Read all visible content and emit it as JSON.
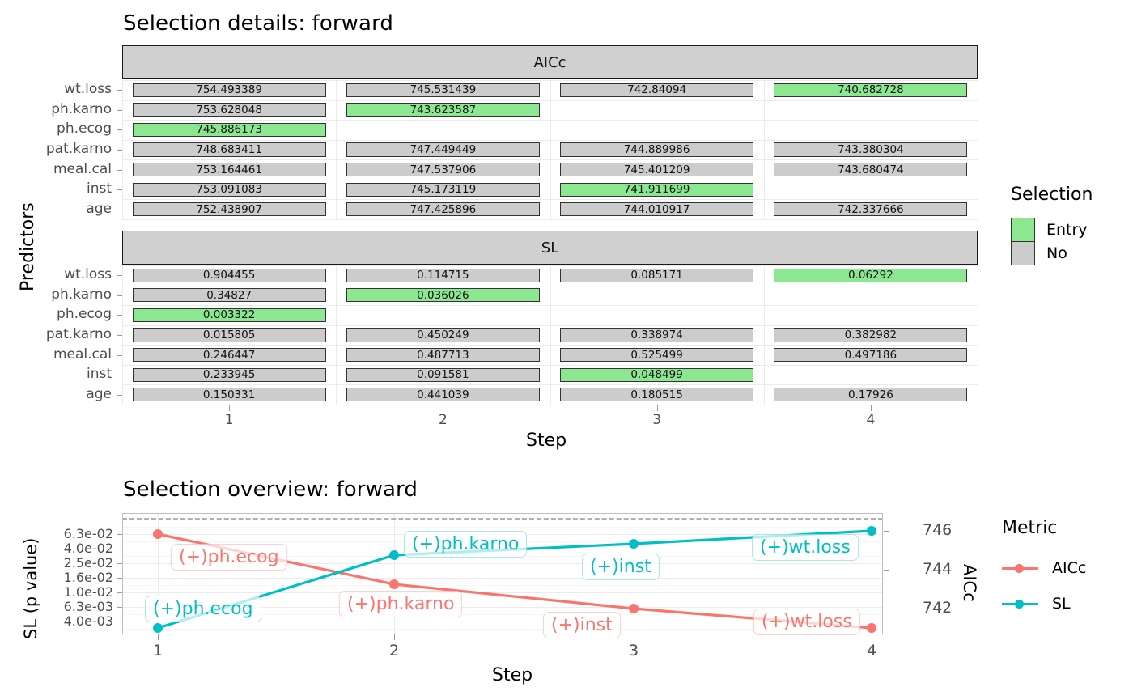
{
  "details": {
    "title": "Selection details: forward",
    "y_axis_title": "Predictors",
    "x_axis_title": "Step",
    "facets": [
      "AICc",
      "SL"
    ],
    "predictors": [
      "wt.loss",
      "ph.karno",
      "ph.ecog",
      "pat.karno",
      "meal.cal",
      "inst",
      "age"
    ],
    "steps": [
      "1",
      "2",
      "3",
      "4"
    ],
    "legend": {
      "title": "Selection",
      "items": [
        {
          "label": "Entry",
          "color": "#8ce890"
        },
        {
          "label": "No",
          "color": "#cccccc"
        }
      ]
    },
    "aicc_cells": [
      [
        {
          "v": "754.493389",
          "s": "no"
        },
        {
          "v": "745.531439",
          "s": "no"
        },
        {
          "v": "742.84094",
          "s": "no"
        },
        {
          "v": "740.682728",
          "s": "entry"
        }
      ],
      [
        {
          "v": "753.628048",
          "s": "no"
        },
        {
          "v": "743.623587",
          "s": "entry"
        },
        {
          "v": "",
          "s": "empty"
        },
        {
          "v": "",
          "s": "empty"
        }
      ],
      [
        {
          "v": "745.886173",
          "s": "entry"
        },
        {
          "v": "",
          "s": "empty"
        },
        {
          "v": "",
          "s": "empty"
        },
        {
          "v": "",
          "s": "empty"
        }
      ],
      [
        {
          "v": "748.683411",
          "s": "no"
        },
        {
          "v": "747.449449",
          "s": "no"
        },
        {
          "v": "744.889986",
          "s": "no"
        },
        {
          "v": "743.380304",
          "s": "no"
        }
      ],
      [
        {
          "v": "753.164461",
          "s": "no"
        },
        {
          "v": "747.537906",
          "s": "no"
        },
        {
          "v": "745.401209",
          "s": "no"
        },
        {
          "v": "743.680474",
          "s": "no"
        }
      ],
      [
        {
          "v": "753.091083",
          "s": "no"
        },
        {
          "v": "745.173119",
          "s": "no"
        },
        {
          "v": "741.911699",
          "s": "entry"
        },
        {
          "v": "",
          "s": "empty"
        }
      ],
      [
        {
          "v": "752.438907",
          "s": "no"
        },
        {
          "v": "747.425896",
          "s": "no"
        },
        {
          "v": "744.010917",
          "s": "no"
        },
        {
          "v": "742.337666",
          "s": "no"
        }
      ]
    ],
    "sl_cells": [
      [
        {
          "v": "0.904455",
          "s": "no"
        },
        {
          "v": "0.114715",
          "s": "no"
        },
        {
          "v": "0.085171",
          "s": "no"
        },
        {
          "v": "0.06292",
          "s": "entry"
        }
      ],
      [
        {
          "v": "0.34827",
          "s": "no"
        },
        {
          "v": "0.036026",
          "s": "entry"
        },
        {
          "v": "",
          "s": "empty"
        },
        {
          "v": "",
          "s": "empty"
        }
      ],
      [
        {
          "v": "0.003322",
          "s": "entry"
        },
        {
          "v": "",
          "s": "empty"
        },
        {
          "v": "",
          "s": "empty"
        },
        {
          "v": "",
          "s": "empty"
        }
      ],
      [
        {
          "v": "0.015805",
          "s": "no"
        },
        {
          "v": "0.450249",
          "s": "no"
        },
        {
          "v": "0.338974",
          "s": "no"
        },
        {
          "v": "0.382982",
          "s": "no"
        }
      ],
      [
        {
          "v": "0.246447",
          "s": "no"
        },
        {
          "v": "0.487713",
          "s": "no"
        },
        {
          "v": "0.525499",
          "s": "no"
        },
        {
          "v": "0.497186",
          "s": "no"
        }
      ],
      [
        {
          "v": "0.233945",
          "s": "no"
        },
        {
          "v": "0.091581",
          "s": "no"
        },
        {
          "v": "0.048499",
          "s": "entry"
        },
        {
          "v": "",
          "s": "empty"
        }
      ],
      [
        {
          "v": "0.150331",
          "s": "no"
        },
        {
          "v": "0.441039",
          "s": "no"
        },
        {
          "v": "0.180515",
          "s": "no"
        },
        {
          "v": "0.17926",
          "s": "no"
        }
      ]
    ]
  },
  "overview": {
    "title": "Selection overview: forward",
    "legend": {
      "title": "Metric",
      "items": [
        {
          "label": "AICc",
          "color": "#f8766d"
        },
        {
          "label": "SL",
          "color": "#00bfc4"
        }
      ]
    }
  },
  "chart_data": {
    "type": "line",
    "title": "Selection overview: forward",
    "xlabel": "Step",
    "ylabel_left": "SL (p value)",
    "ylabel_right": "AICc",
    "x": [
      1,
      2,
      3,
      4
    ],
    "xticks": [
      "1",
      "2",
      "3",
      "4"
    ],
    "yticks_left": [
      "6.3e-02",
      "4.0e-02",
      "2.5e-02",
      "1.6e-02",
      "1.0e-02",
      "6.3e-03",
      "4.0e-03"
    ],
    "yticks_right": [
      "746",
      "744",
      "742"
    ],
    "grid": true,
    "legend_position": "right",
    "threshold_line": {
      "style": "dashed",
      "color": "#b0b0b0"
    },
    "series": [
      {
        "name": "AICc",
        "color": "#f8766d",
        "values": [
          745.886173,
          743.623587,
          741.911699,
          740.682728
        ],
        "labels": [
          "(+)ph.ecog",
          "(+)ph.karno",
          "(+)inst",
          "(+)wt.loss"
        ]
      },
      {
        "name": "SL",
        "color": "#00bfc4",
        "values": [
          0.003322,
          0.036026,
          0.048499,
          0.06292
        ],
        "labels": [
          "(+)ph.ecog",
          "(+)ph.karno",
          "(+)inst",
          "(+)wt.loss"
        ]
      }
    ]
  }
}
